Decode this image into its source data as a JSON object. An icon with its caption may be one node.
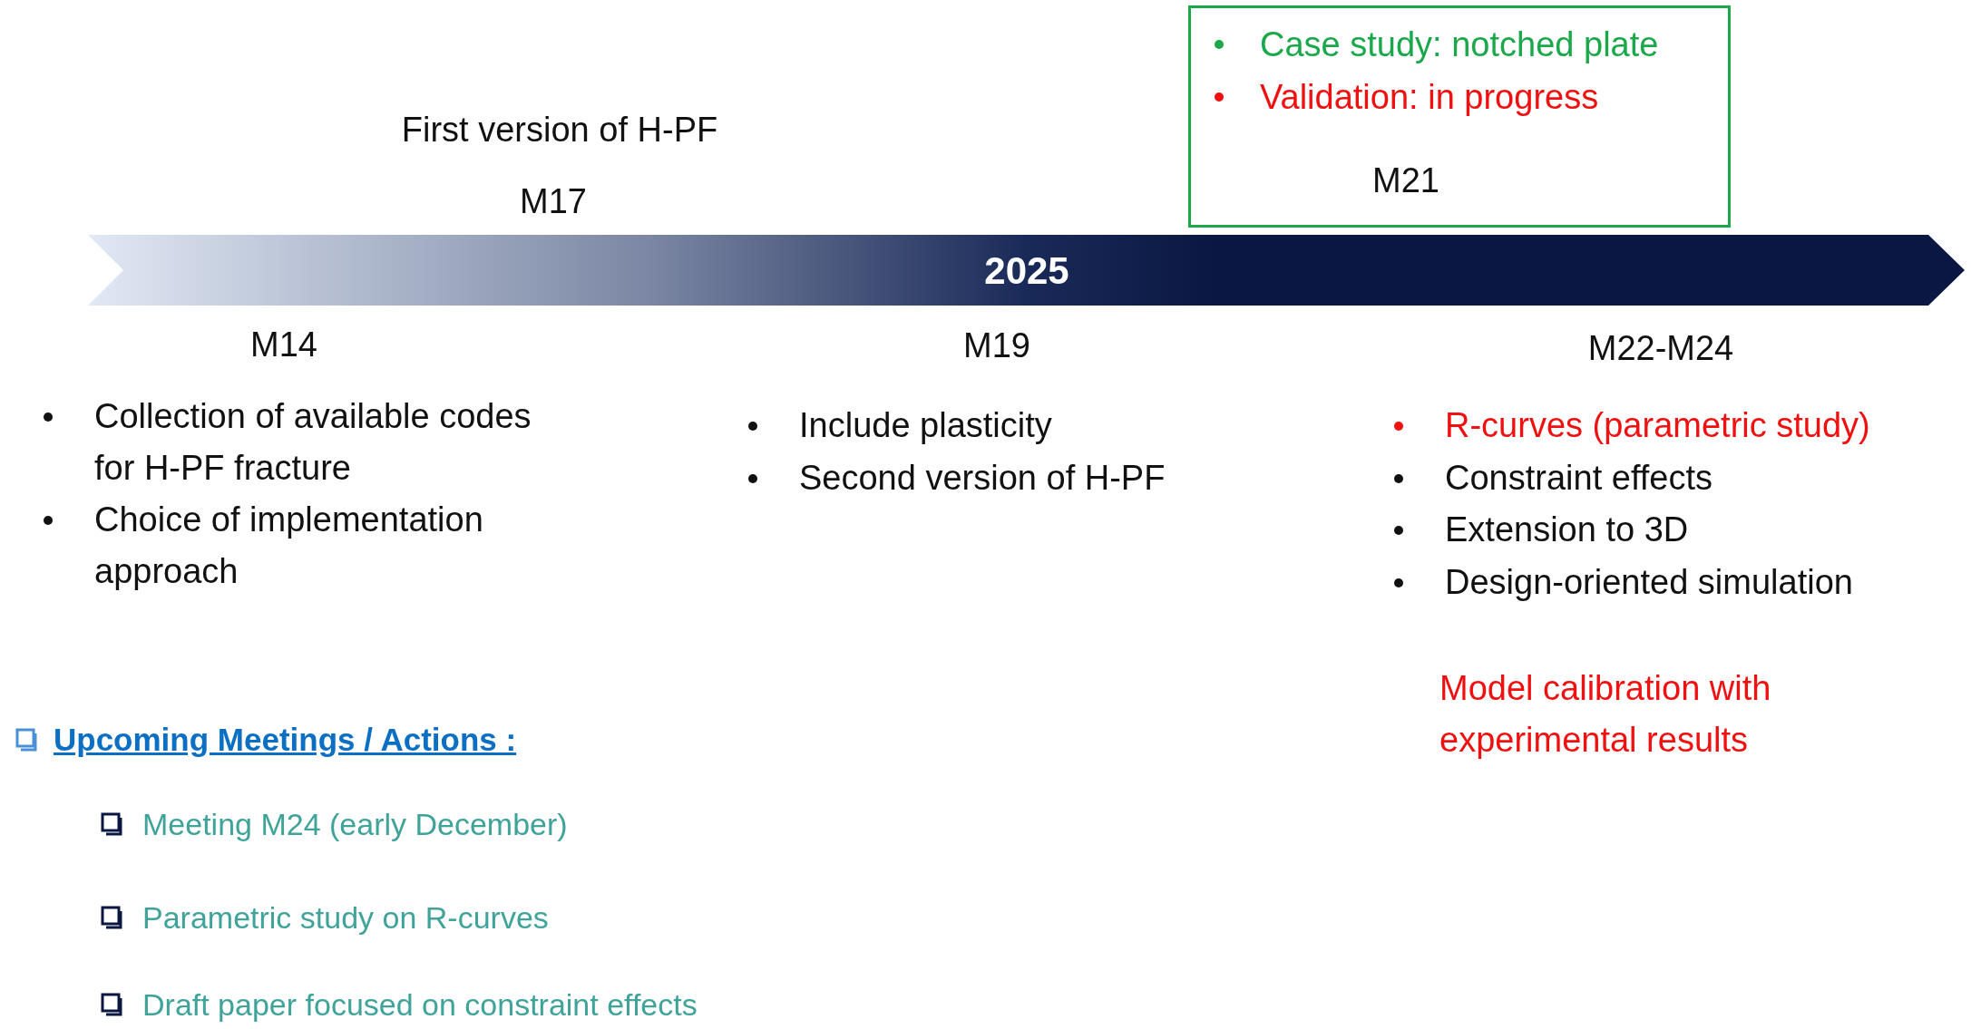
{
  "diagram": {
    "nodes": [
      {
        "text": [
          "2025"
        ]
      },
      {
        "text": [
          "Case study: notched plate",
          "Validation: in progress",
          "M21"
        ]
      }
    ],
    "labels": [
      "First version of H-PF",
      "M17",
      "M14",
      "M19",
      "M22-M24",
      "Collection of available codes for H-PF fracture",
      "Choice of implementation approach",
      "Include plasticity",
      "Second version of H-PF",
      "R-curves (parametric study)",
      "Constraint effects",
      "Extension to 3D",
      "Design-oriented simulation",
      "Model calibration with experimental results",
      "Upcoming Meetings / Actions :",
      "Meeting M24 (early December)",
      "Parametric study on R-curves",
      "Draft paper focused on constraint effects"
    ]
  }
}
